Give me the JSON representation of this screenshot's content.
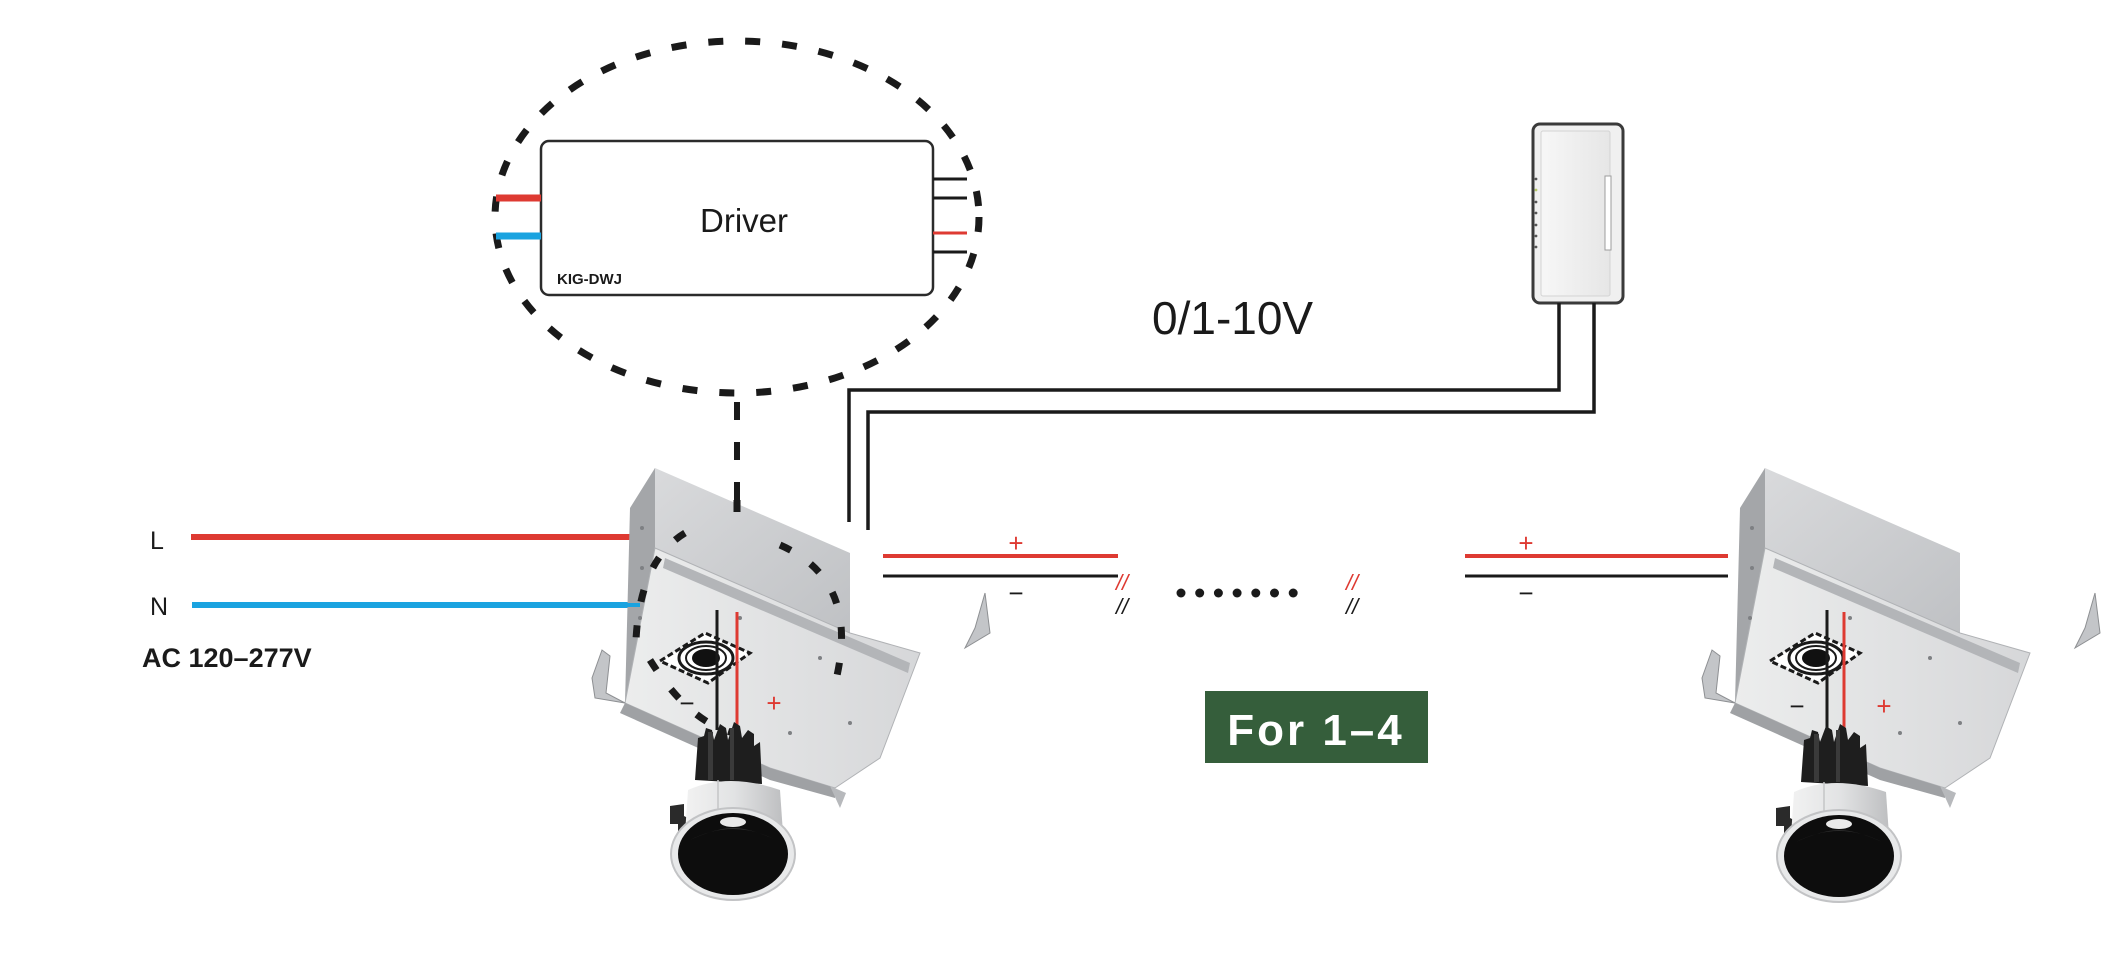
{
  "diagram": {
    "title": "0-10V dimming wiring diagram",
    "colors": {
      "live": "#de3a32",
      "neutral": "#1aa3e0",
      "wire_black": "#1a1a1a",
      "badge_bg": "#355e3b",
      "badge_text": "#ffffff",
      "housing": "#c9cacc",
      "housing_dark": "#a9abae"
    },
    "driver": {
      "label": "Driver",
      "model": "KIG-DWJ"
    },
    "dimming_signal": {
      "label": "0/1-10V"
    },
    "dimmer": {
      "name": "wall dimmer switch",
      "indicator_leds": 7
    },
    "mains": {
      "live_label": "L",
      "neutral_label": "N",
      "voltage_label": "AC 120–277V"
    },
    "polarity": {
      "plus": "+",
      "minus": "−"
    },
    "continuation": {
      "ellipsis": "•••••••",
      "break_mark": "//"
    },
    "badge": {
      "label": "For 1–4"
    },
    "fixtures": [
      {
        "name": "first fixture",
        "role": "with integrated driver"
      },
      {
        "name": "last fixture",
        "role": "daisy-chained"
      }
    ]
  }
}
